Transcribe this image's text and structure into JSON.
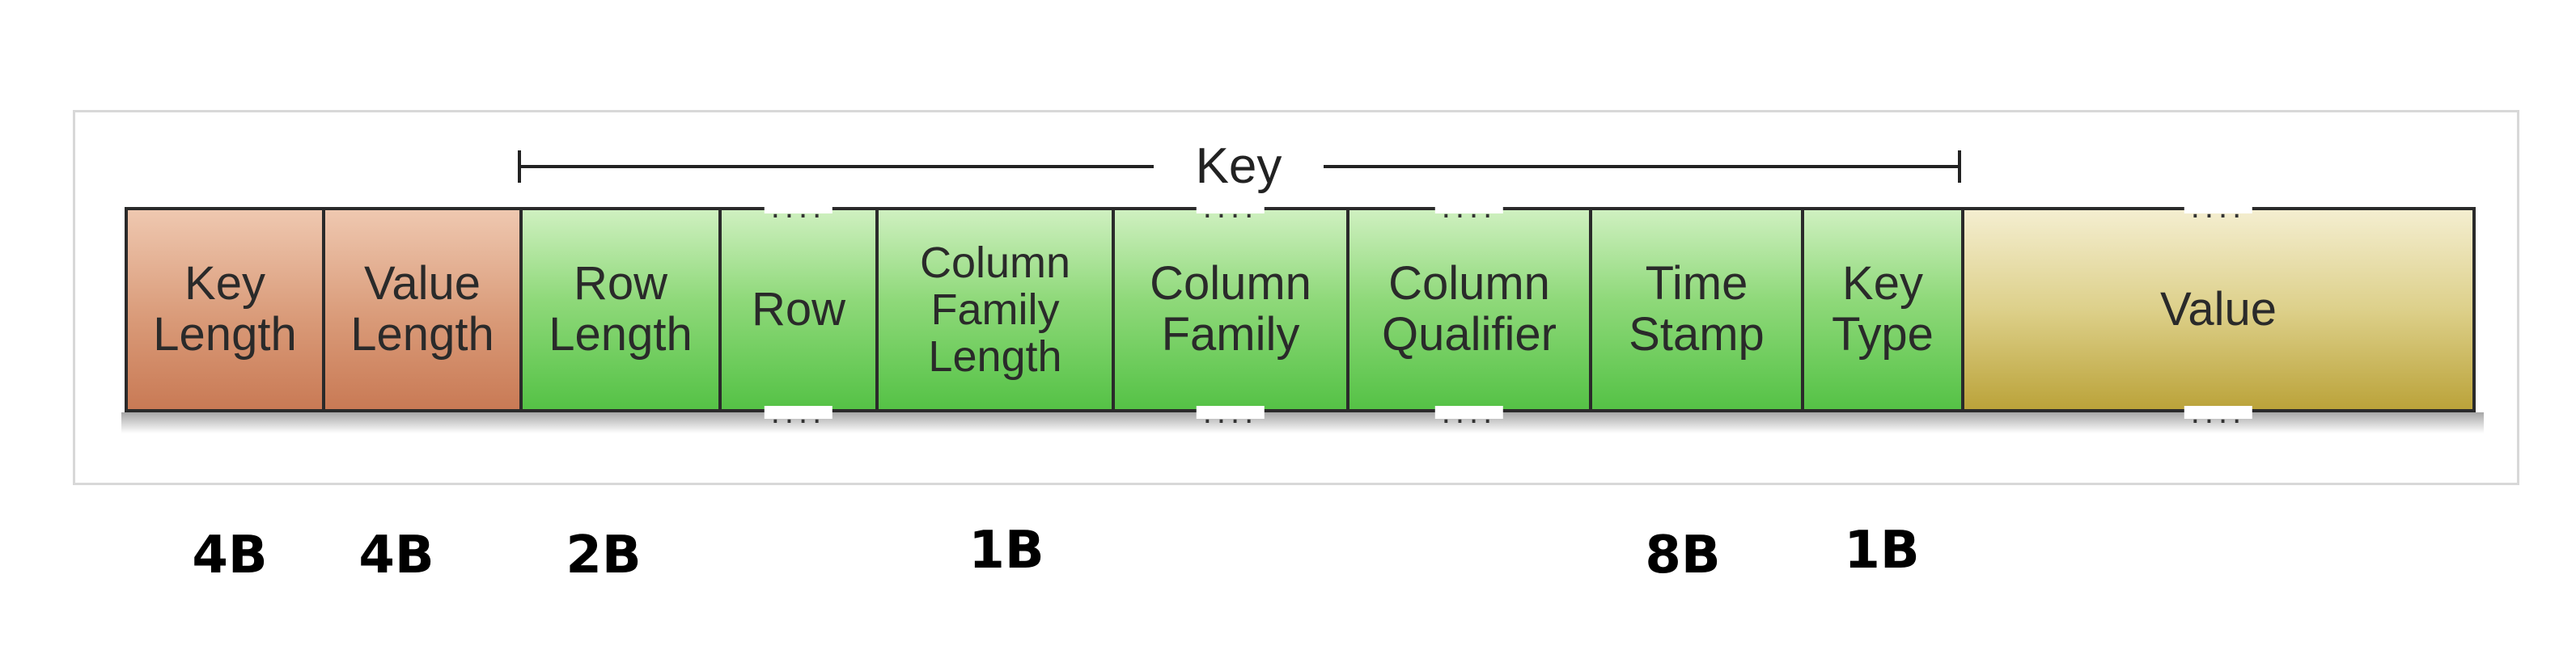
{
  "key_label": "Key",
  "cells": [
    {
      "label": "Key\nLength",
      "color": "orange"
    },
    {
      "label": "Value\nLength",
      "color": "orange"
    },
    {
      "label": "Row\nLength",
      "color": "green"
    },
    {
      "label": "Row",
      "color": "green",
      "dotted": true
    },
    {
      "label": "Column\nFamily\nLength",
      "color": "green"
    },
    {
      "label": "Column\nFamily",
      "color": "green",
      "dotted": true
    },
    {
      "label": "Column\nQualifier",
      "color": "green",
      "dotted": true
    },
    {
      "label": "Time\nStamp",
      "color": "green"
    },
    {
      "label": "Key\nType",
      "color": "green"
    },
    {
      "label": "Value",
      "color": "olive",
      "dotted": true
    }
  ],
  "sizes": [
    "4B",
    "4B",
    "2B",
    "1B",
    "8B",
    "1B"
  ],
  "dots": "....",
  "colors": {
    "orange": "#d99a78",
    "green": "#8fd97a",
    "olive": "#ddd08a",
    "border": "#2a2a2a"
  }
}
